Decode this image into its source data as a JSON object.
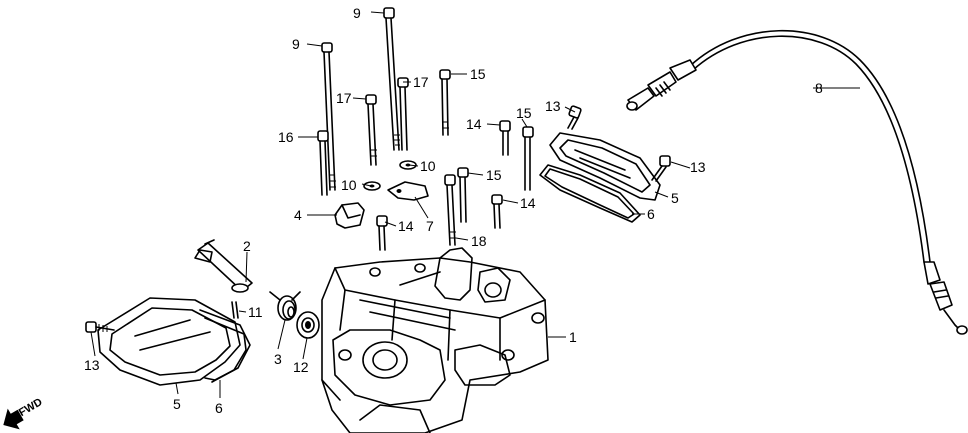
{
  "direction_marker": {
    "text": "FWD"
  },
  "callouts": {
    "c1": "1",
    "c2": "2",
    "c3": "3",
    "c4": "4",
    "c5a": "5",
    "c5b": "5",
    "c6a": "6",
    "c6b": "6",
    "c7": "7",
    "c8": "8",
    "c9a": "9",
    "c9b": "9",
    "c10a": "10",
    "c10b": "10",
    "c11": "11",
    "c12": "12",
    "c13a": "13",
    "c13b": "13",
    "c13c": "13",
    "c14a": "14",
    "c14b": "14",
    "c14c": "14",
    "c15a": "15",
    "c15b": "15",
    "c15c": "15",
    "c16": "16",
    "c17a": "17",
    "c17b": "17",
    "c18": "18"
  }
}
